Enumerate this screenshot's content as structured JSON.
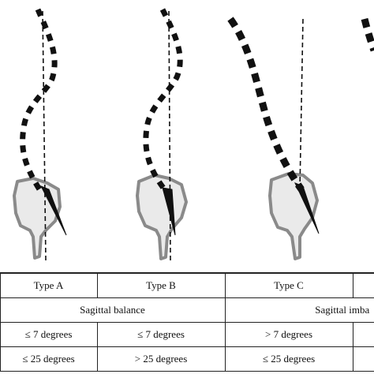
{
  "table": {
    "header_row": [
      "Type A",
      "Type B",
      "Type C",
      ""
    ],
    "balance_row": [
      "Sagittal balance",
      "Sagittal imba"
    ],
    "angle_row": [
      "≤ 7 degrees",
      "≤ 7 degrees",
      "> 7 degrees",
      ""
    ],
    "tilt_row": [
      "≤ 25 degrees",
      "> 25 degrees",
      "≤ 25 degrees",
      ""
    ]
  }
}
